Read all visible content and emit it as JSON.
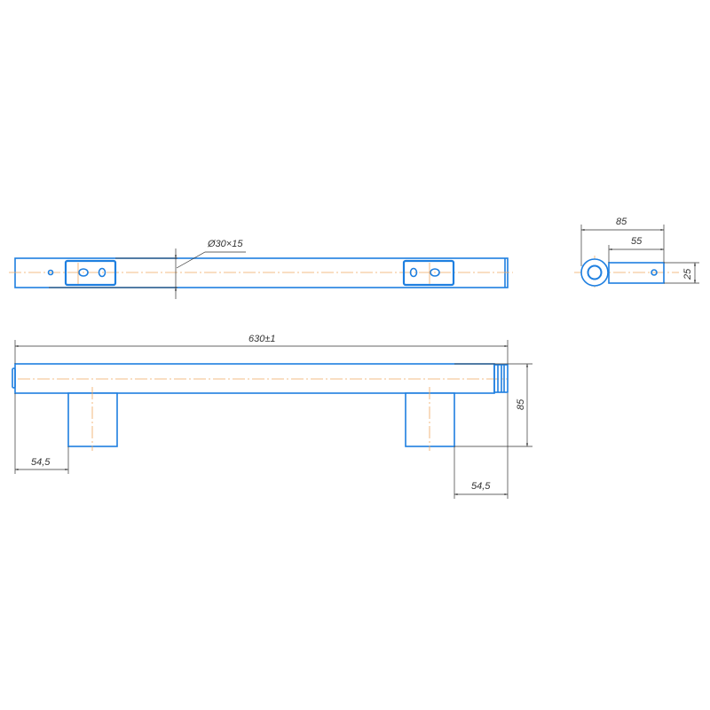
{
  "drawing": {
    "top_view": {
      "callout": "Ø30×15"
    },
    "side_view": {
      "overall_length": "630±1",
      "height": "85",
      "left_offset": "54,5",
      "right_offset": "54,5"
    },
    "end_view": {
      "overall_width": "85",
      "bracket_length": "55",
      "bracket_height": "25"
    },
    "colors": {
      "part": "#1e7fe0",
      "centerline": "#f0a860",
      "dimension": "#333333"
    }
  }
}
